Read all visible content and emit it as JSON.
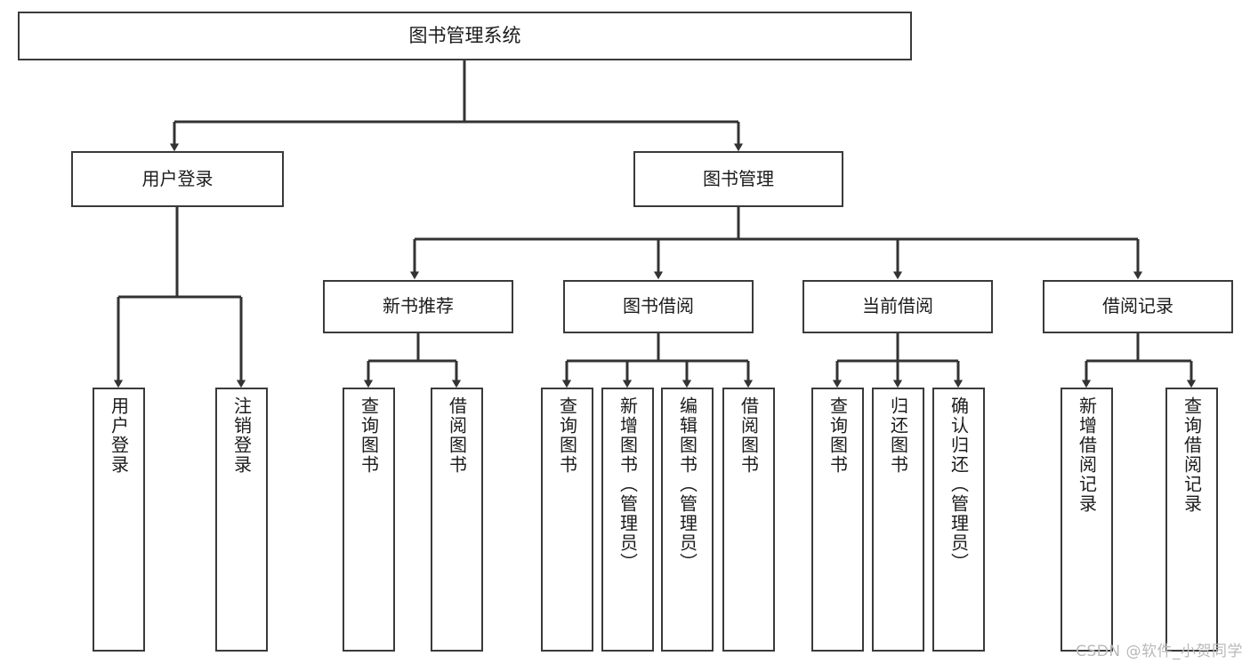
{
  "diagram": {
    "title": "图书管理系统",
    "type": "tree-hierarchy-diagram",
    "colors": {
      "box_border": "#3a3a3a",
      "box_fill": "#ffffff",
      "edge": "#333333",
      "text": "#1b1b1b",
      "watermark": "#b9b9b9"
    },
    "root": {
      "id": "root",
      "label": "图书管理系统"
    },
    "level1": [
      {
        "id": "user-login",
        "label": "用户登录"
      },
      {
        "id": "book-management",
        "label": "图书管理"
      }
    ],
    "level2": [
      {
        "id": "new-book-recommend",
        "label": "新书推荐",
        "parent": "book-management"
      },
      {
        "id": "book-borrow",
        "label": "图书借阅",
        "parent": "book-management"
      },
      {
        "id": "current-borrow",
        "label": "当前借阅",
        "parent": "book-management"
      },
      {
        "id": "borrow-record",
        "label": "借阅记录",
        "parent": "book-management"
      }
    ],
    "leaves": [
      {
        "id": "leaf-user-login",
        "label": "用户登录",
        "parent": "user-login"
      },
      {
        "id": "leaf-logout-login",
        "label": "注销登录",
        "parent": "user-login"
      },
      {
        "id": "leaf-query-book-1",
        "label": "查询图书",
        "parent": "new-book-recommend"
      },
      {
        "id": "leaf-borrow-book-1",
        "label": "借阅图书",
        "parent": "new-book-recommend"
      },
      {
        "id": "leaf-query-book-2",
        "label": "查询图书",
        "parent": "book-borrow"
      },
      {
        "id": "leaf-add-book",
        "label": "新增图书（管理员）",
        "parent": "book-borrow"
      },
      {
        "id": "leaf-edit-book",
        "label": "编辑图书（管理员）",
        "parent": "book-borrow"
      },
      {
        "id": "leaf-borrow-book-2",
        "label": "借阅图书",
        "parent": "book-borrow"
      },
      {
        "id": "leaf-query-book-3",
        "label": "查询图书",
        "parent": "current-borrow"
      },
      {
        "id": "leaf-return-book",
        "label": "归还图书",
        "parent": "current-borrow"
      },
      {
        "id": "leaf-confirm-return",
        "label": "确认归还（管理员）",
        "parent": "current-borrow"
      },
      {
        "id": "leaf-add-record",
        "label": "新增借阅记录",
        "parent": "borrow-record"
      },
      {
        "id": "leaf-query-record",
        "label": "查询借阅记录",
        "parent": "borrow-record"
      }
    ],
    "watermark": "CSDN @软件_小贺同学"
  }
}
